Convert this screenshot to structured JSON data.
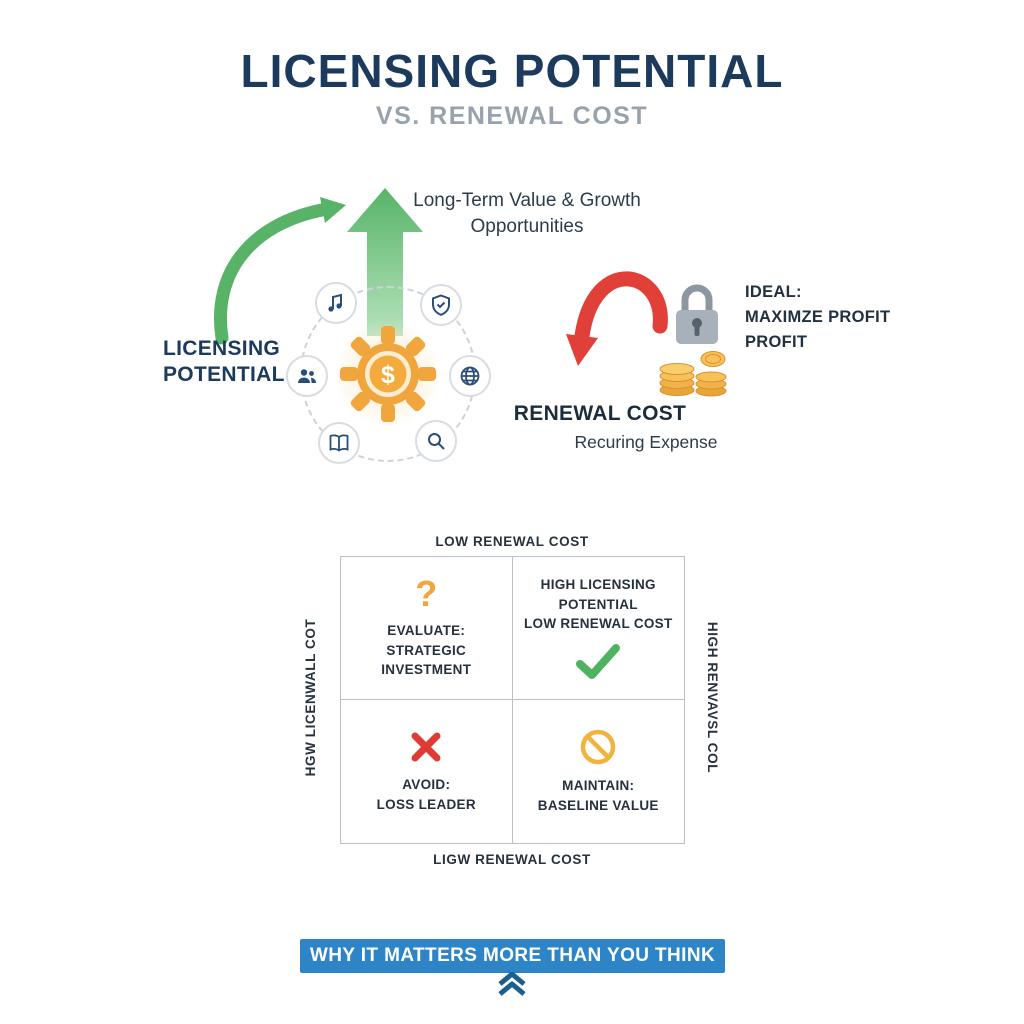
{
  "header": {
    "title": "LICENSING POTENTIAL",
    "subtitle": "VS. RENEWAL COST"
  },
  "diagram": {
    "growth_caption": "Long-Term Value & Growth\nOpportunities",
    "left_label": "LICENSING\nPOTENTIAL",
    "center_symbol": "$",
    "orbit_icons": [
      "music-note-icon",
      "shield-icon",
      "users-icon",
      "globe-icon",
      "book-icon",
      "magnifier-icon"
    ],
    "ideal_caption": "IDEAL:\nMAXIMZE PROFIT\nPROFIT",
    "renewal_label": "RENEWAL COST",
    "renewal_caption": "Recuring Expense"
  },
  "matrix": {
    "axis_top": "LOW RENEWAL COST",
    "axis_bottom": "LIGW RENEWAL COST",
    "axis_left": "HGW LICENWALL COT",
    "axis_right": "HIGH RENVAVSL COL",
    "quadrants": {
      "top_left": {
        "symbol": "?",
        "text": "EVALUATE:\nSTRATEGIC INVESTMENT"
      },
      "top_right": {
        "icon": "check-icon",
        "text": "HIGH LICENSING\nPOTENTIAL\nLOW RENEWAL COST"
      },
      "bottom_left": {
        "icon": "cross-icon",
        "text": "AVOID:\nLOSS LEADER"
      },
      "bottom_right": {
        "icon": "prohibition-icon",
        "text": "MAINTAIN:\nBASELINE VALUE"
      }
    }
  },
  "footer": {
    "banner_label": "WHY IT MATTERS MORE THAN YOU THINK",
    "chevron_icon": "double-chevron-up-icon"
  },
  "colors": {
    "navy": "#1b3a5c",
    "green": "#58b368",
    "red": "#e04038",
    "orange": "#f0a63c",
    "gold": "#f1b24a",
    "banner_blue": "#2d84c6",
    "gray_text": "#98a2ad",
    "lock_gray": "#a8b0ba"
  }
}
